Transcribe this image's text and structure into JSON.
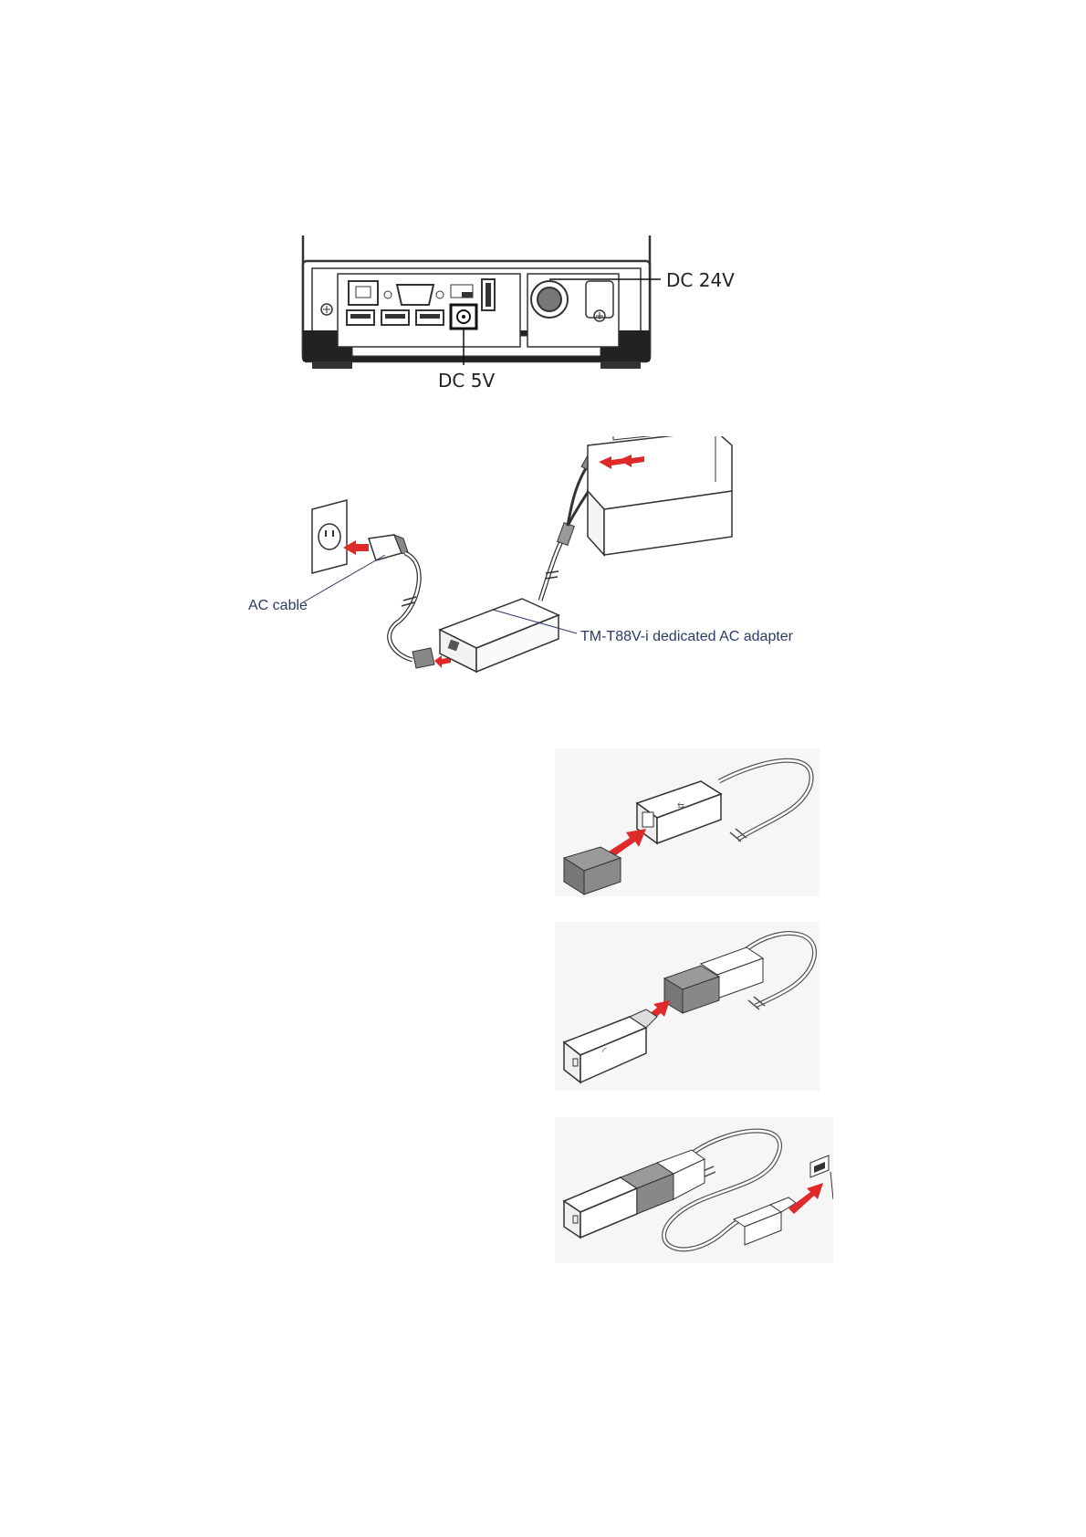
{
  "figure1": {
    "label_dc24": "DC 24V",
    "label_dc5": "DC 5V"
  },
  "figure2": {
    "label_ac_cable": "AC cable",
    "label_adapter": "TM-T88V-i dedicated AC adapter"
  },
  "colors": {
    "arrow_red": "#e02a2a",
    "line_dark": "#333333",
    "label_blue": "#2b3a67",
    "connector_gray": "#8f8f8f"
  }
}
